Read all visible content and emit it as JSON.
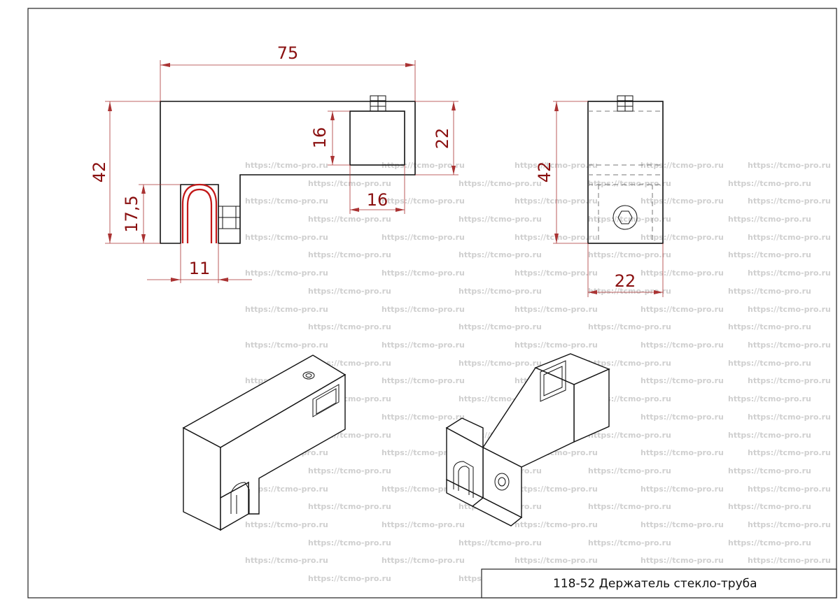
{
  "watermark": {
    "text": "https://tcmo-pro.ru"
  },
  "front_view": {
    "dim_overall_width": "75",
    "dim_overall_height": "42",
    "dim_slot_height": "17,5",
    "dim_slot_width": "11",
    "dim_tube_height": "16",
    "dim_tube_width": "16",
    "dim_right_height": "22"
  },
  "side_view": {
    "dim_height": "42",
    "dim_width": "22"
  },
  "title_block": {
    "title": "118-52 Держатель стекло-труба"
  }
}
